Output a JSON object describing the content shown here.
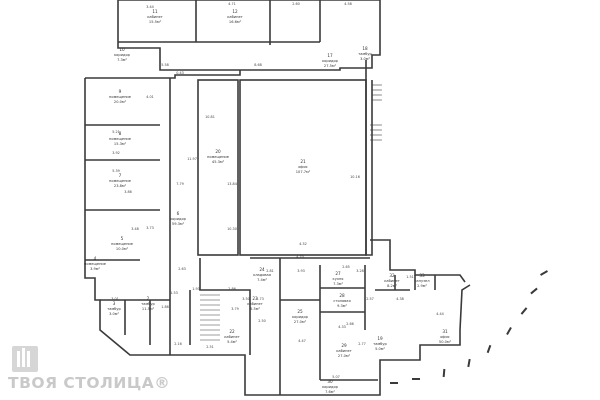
{
  "watermark": {
    "text": "ТВОЯ СТОЛИЦА",
    "mark": "®",
    "color": "#c9c9c9"
  },
  "colors": {
    "wall": "#3a3a3a",
    "background": "#ffffff",
    "text": "#333333"
  },
  "rooms": [
    {
      "id": "r11",
      "num": "11",
      "name": "кабинет",
      "area": "15.5м²"
    },
    {
      "id": "r12",
      "num": "12",
      "name": "кабинет",
      "area": "16.6м²"
    },
    {
      "id": "r10",
      "num": "10",
      "name": "коридор",
      "area": "7.3м²"
    },
    {
      "id": "r9",
      "num": "9",
      "name": "помещение",
      "area": "20.0м²"
    },
    {
      "id": "r8",
      "num": "8",
      "name": "помещение",
      "area": "15.3м²"
    },
    {
      "id": "r7",
      "num": "7",
      "name": "помещение",
      "area": "23.8м²"
    },
    {
      "id": "r6",
      "num": "6",
      "name": "коридор",
      "area": "59.3м²"
    },
    {
      "id": "r5",
      "num": "5",
      "name": "помещение",
      "area": "10.0м²"
    },
    {
      "id": "r4",
      "num": "4",
      "name": "помещение",
      "area": "3.9м²"
    },
    {
      "id": "r20",
      "num": "20",
      "name": "помещение",
      "area": "45.3м²"
    },
    {
      "id": "r21",
      "num": "21",
      "name": "офис",
      "area": "107.7м²"
    },
    {
      "id": "r17",
      "num": "17",
      "name": "коридор",
      "area": "27.5м²"
    },
    {
      "id": "r24",
      "num": "24",
      "name": "кладовая",
      "area": "7.4м²"
    },
    {
      "id": "r23",
      "num": "23",
      "name": "кабинет",
      "area": "5.5м²"
    },
    {
      "id": "r22",
      "num": "22",
      "name": "кабинет",
      "area": "5.4м²"
    },
    {
      "id": "r25",
      "num": "25",
      "name": "коридор",
      "area": "27.0м²"
    },
    {
      "id": "r27",
      "num": "27",
      "name": "кухня",
      "area": "7.3м²"
    },
    {
      "id": "r28",
      "num": "28",
      "name": "столовая",
      "area": "9.3м²"
    },
    {
      "id": "r29",
      "num": "29",
      "name": "кабинет",
      "area": "27.0м²"
    },
    {
      "id": "r30",
      "num": "30",
      "name": "коридор",
      "area": "7.6м²"
    },
    {
      "id": "r32",
      "num": "32",
      "name": "кабинет",
      "area": "8.2м²"
    },
    {
      "id": "r33",
      "num": "33",
      "name": "санузел",
      "area": "2.9м²"
    },
    {
      "id": "r31",
      "num": "31",
      "name": "офис",
      "area": "50.0м²"
    },
    {
      "id": "r2",
      "num": "2",
      "name": "тамбур",
      "area": "11.5м²"
    },
    {
      "id": "r3",
      "num": "3",
      "name": "тамбур",
      "area": "3.0м²"
    },
    {
      "id": "r19",
      "num": "19",
      "name": "тамбур",
      "area": "5.0м²"
    },
    {
      "id": "r18",
      "num": "18",
      "name": "тамбур",
      "area": "3.0м²"
    }
  ],
  "dimensions": [
    "3.44",
    "4.71",
    "2.60",
    "4.58",
    "5.58",
    "8.68",
    "5.21",
    "3.86",
    "5.39",
    "3.73",
    "3.92",
    "3.48",
    "2.63",
    "1.53",
    "4.01",
    "7.79",
    "13.84",
    "10.16",
    "4.52",
    "3.28",
    "2.50",
    "3.50",
    "3.93",
    "2.65",
    "4.47",
    "4.33",
    "5.07",
    "11.97",
    "10.81",
    "10.30",
    "1.93",
    "2.73",
    "2.57",
    "2.66",
    "4.44",
    "0.43",
    "2.51",
    "4.70",
    "2.81",
    "3.79",
    "2.77",
    "2.86",
    "1.86",
    "3.01",
    "2.16",
    "4.38",
    "1.51"
  ]
}
